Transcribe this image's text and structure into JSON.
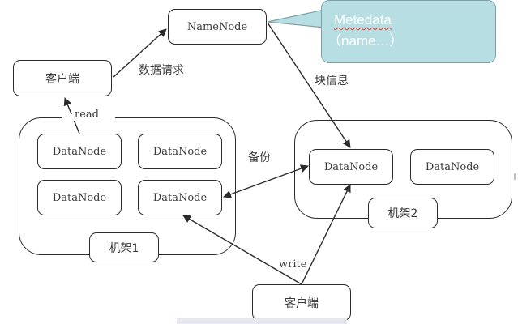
{
  "colors": {
    "line": "#2b2b2b",
    "callout_fill": "#b6dee3",
    "callout_stroke": "#7fa0a4",
    "callout_text": "#ffffff"
  },
  "nodes": {
    "namenode": "NameNode",
    "client_top": "客户端",
    "client_bottom": "客户端",
    "rack1": {
      "label": "机架1",
      "datanodes": [
        "DataNode",
        "DataNode",
        "DataNode",
        "DataNode"
      ]
    },
    "rack2": {
      "label": "机架2",
      "datanodes": [
        "DataNode",
        "DataNode"
      ]
    }
  },
  "callout": {
    "line1": "Metedata",
    "line2": "（name…）"
  },
  "edge_labels": {
    "data_request": "数据请求",
    "block_info": "块信息",
    "read": "read",
    "backup": "备份",
    "write": "write"
  },
  "edges": [
    {
      "from": "client_top",
      "to": "namenode",
      "label": "数据请求",
      "arrow": "end"
    },
    {
      "from": "namenode",
      "to": "rack2.datanode1",
      "label": "块信息",
      "arrow": "end"
    },
    {
      "from": "rack1.datanode1",
      "to": "client_top",
      "label": "read",
      "arrow": "end"
    },
    {
      "from": "rack1.datanode4",
      "to": "rack2.datanode1",
      "label": "备份",
      "arrow": "both"
    },
    {
      "from": "client_bottom",
      "to": "rack1.datanode4",
      "label": "write",
      "arrow": "end"
    },
    {
      "from": "client_bottom",
      "to": "rack2.datanode1",
      "label": "write",
      "arrow": "end"
    }
  ]
}
